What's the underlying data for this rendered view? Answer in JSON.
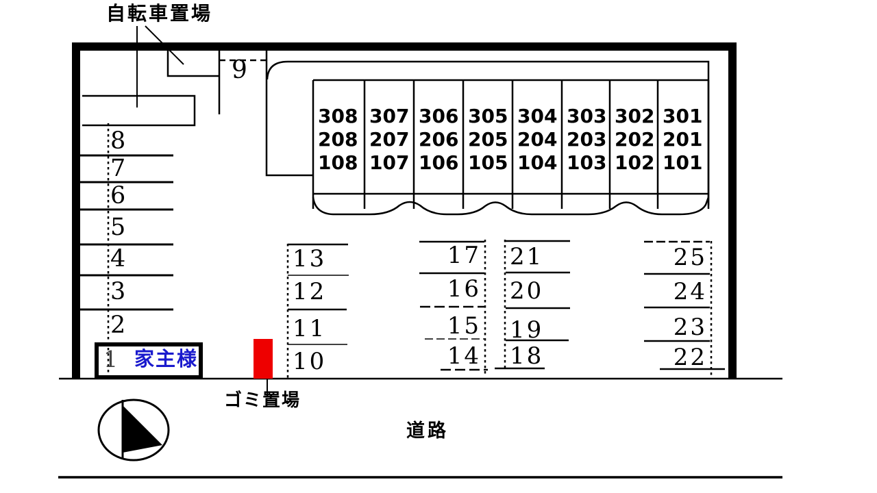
{
  "labels": {
    "bicycle_parking": "自転車置場",
    "garbage_area": "ゴミ置場",
    "road": "道路"
  },
  "owner_space": {
    "number": "1",
    "name": "家主様"
  },
  "building": {
    "units": [
      {
        "floors": [
          "308",
          "208",
          "108"
        ]
      },
      {
        "floors": [
          "307",
          "207",
          "107"
        ]
      },
      {
        "floors": [
          "306",
          "206",
          "106"
        ]
      },
      {
        "floors": [
          "305",
          "205",
          "105"
        ]
      },
      {
        "floors": [
          "304",
          "204",
          "104"
        ]
      },
      {
        "floors": [
          "303",
          "203",
          "103"
        ]
      },
      {
        "floors": [
          "302",
          "202",
          "102"
        ]
      },
      {
        "floors": [
          "301",
          "201",
          "101"
        ]
      }
    ]
  },
  "parking_spaces": {
    "space_9": "9",
    "left_column": [
      "8",
      "7",
      "6",
      "5",
      "4",
      "3",
      "2"
    ],
    "column_10_13": [
      "13",
      "12",
      "11",
      "10"
    ],
    "column_14_17": [
      "17",
      "16",
      "15",
      "14"
    ],
    "column_18_21": [
      "21",
      "20",
      "19",
      "18"
    ],
    "column_22_25": [
      "25",
      "24",
      "23",
      "22"
    ]
  },
  "colors": {
    "ink": "#000000",
    "owner_text": "#1a1acd",
    "garbage_marker": "#ee0000"
  }
}
